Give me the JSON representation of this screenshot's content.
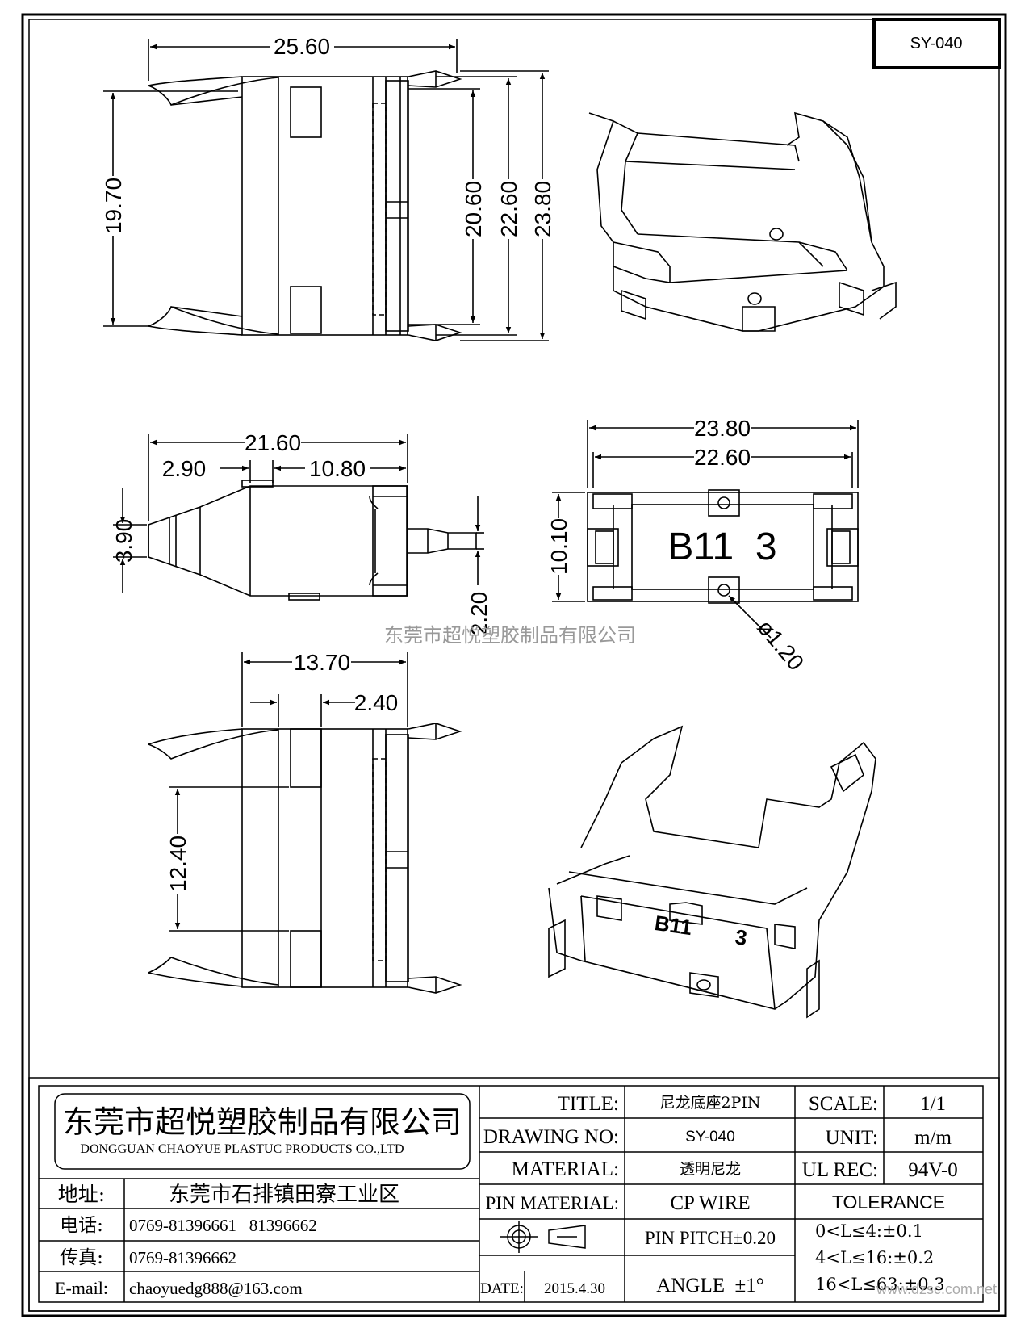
{
  "drawing_code": "SY-040",
  "watermark": "东莞市超悦塑胶制品有限公司",
  "watermark_site": "www.dzsc.com.net",
  "dimensions": {
    "d25_60": "25.60",
    "d19_70": "19.70",
    "d20_60": "20.60",
    "d22_60": "22.60",
    "d23_80": "23.80",
    "d21_60": "21.60",
    "d2_90": "2.90",
    "d10_80": "10.80",
    "d3_90": "3.90",
    "d2_20": "2.20",
    "d23_80b": "23.80",
    "d22_60b": "22.60",
    "d10_10": "10.10",
    "d1_20": "ø1.20",
    "d13_70": "13.70",
    "d2_40": "2.40",
    "d12_40": "12.40"
  },
  "part_marking": "B11  3",
  "iso_marking_b11": "B11",
  "iso_marking_3": "3",
  "title_block": {
    "company_cn": "东莞市超悦塑胶制品有限公司",
    "company_en": "DONGGUAN CHAOYUE PLASTUC PRODUCTS CO.,LTD",
    "address_label": "地址:",
    "address": "东莞市石排镇田寮工业区",
    "phone_label": "电话:",
    "phone": "0769-81396661   81396662",
    "fax_label": "传真:",
    "fax": "0769-81396662",
    "email_label": "E-mail:",
    "email": "chaoyuedg888@163.com",
    "title_label": "TITLE:",
    "title": "尼龙底座2PIN",
    "drawing_no_label": "DRAWING NO:",
    "drawing_no": "SY-040",
    "material_label": "MATERIAL:",
    "material": "透明尼龙",
    "pin_material_label": "PIN MATERIAL:",
    "pin_material": "CP WIRE",
    "pin_pitch": "PIN PITCH±0.20",
    "date_label": "DATE:",
    "date": "2015.4.30",
    "angle": "ANGLE  ±1°",
    "scale_label": "SCALE:",
    "scale": "1/1",
    "unit_label": "UNIT:",
    "unit": "m/m",
    "ul_label": "UL REC:",
    "ul": "94V-0",
    "tolerance_label": "TOLERANCE",
    "tol1": "0<L≤4:±0.1",
    "tol2": "4<L≤16:±0.2",
    "tol3": "16<L≤63:±0.3"
  }
}
